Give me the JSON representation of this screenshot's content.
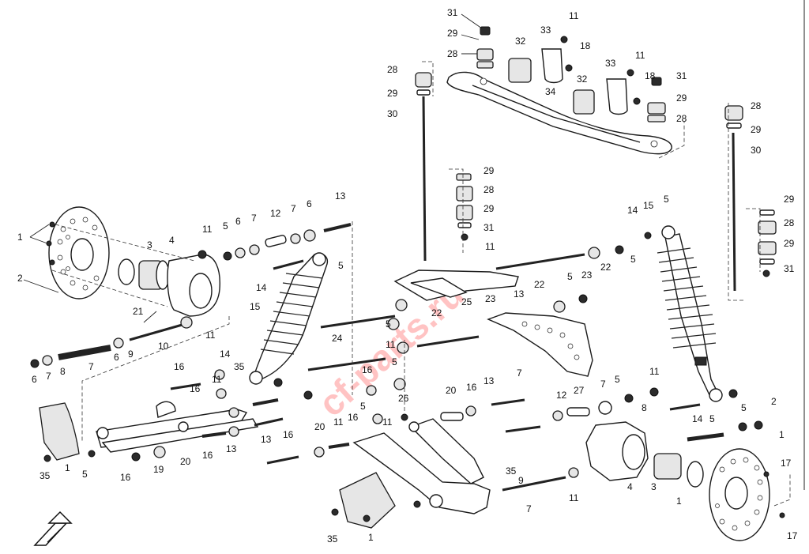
{
  "diagram": {
    "watermark": "cf-parts.ru",
    "callouts": [
      "31",
      "29",
      "28",
      "11",
      "33",
      "18",
      "32",
      "34",
      "28",
      "29",
      "30",
      "11",
      "18",
      "33",
      "32",
      "31",
      "29",
      "28",
      "28",
      "29",
      "30",
      "29",
      "28",
      "29",
      "31",
      "29",
      "28",
      "29",
      "31",
      "1",
      "2",
      "3",
      "4",
      "11",
      "5",
      "6",
      "7",
      "12",
      "7",
      "6",
      "13",
      "14",
      "5",
      "15",
      "11",
      "22",
      "23",
      "22",
      "5",
      "14",
      "15",
      "5",
      "5",
      "6",
      "7",
      "8",
      "7",
      "6",
      "9",
      "10",
      "11",
      "21",
      "24",
      "25",
      "23",
      "22",
      "5",
      "11",
      "13",
      "16",
      "14",
      "35",
      "11",
      "16",
      "5",
      "16",
      "5",
      "26",
      "20",
      "16",
      "13",
      "7",
      "12",
      "27",
      "7",
      "5",
      "11",
      "8",
      "14",
      "5",
      "5",
      "2",
      "1",
      "17",
      "1",
      "35",
      "5",
      "16",
      "19",
      "20",
      "16",
      "13",
      "13",
      "16",
      "20",
      "11",
      "16",
      "11",
      "35",
      "9",
      "7",
      "11",
      "4",
      "3",
      "1",
      "17",
      "1",
      "35"
    ]
  }
}
